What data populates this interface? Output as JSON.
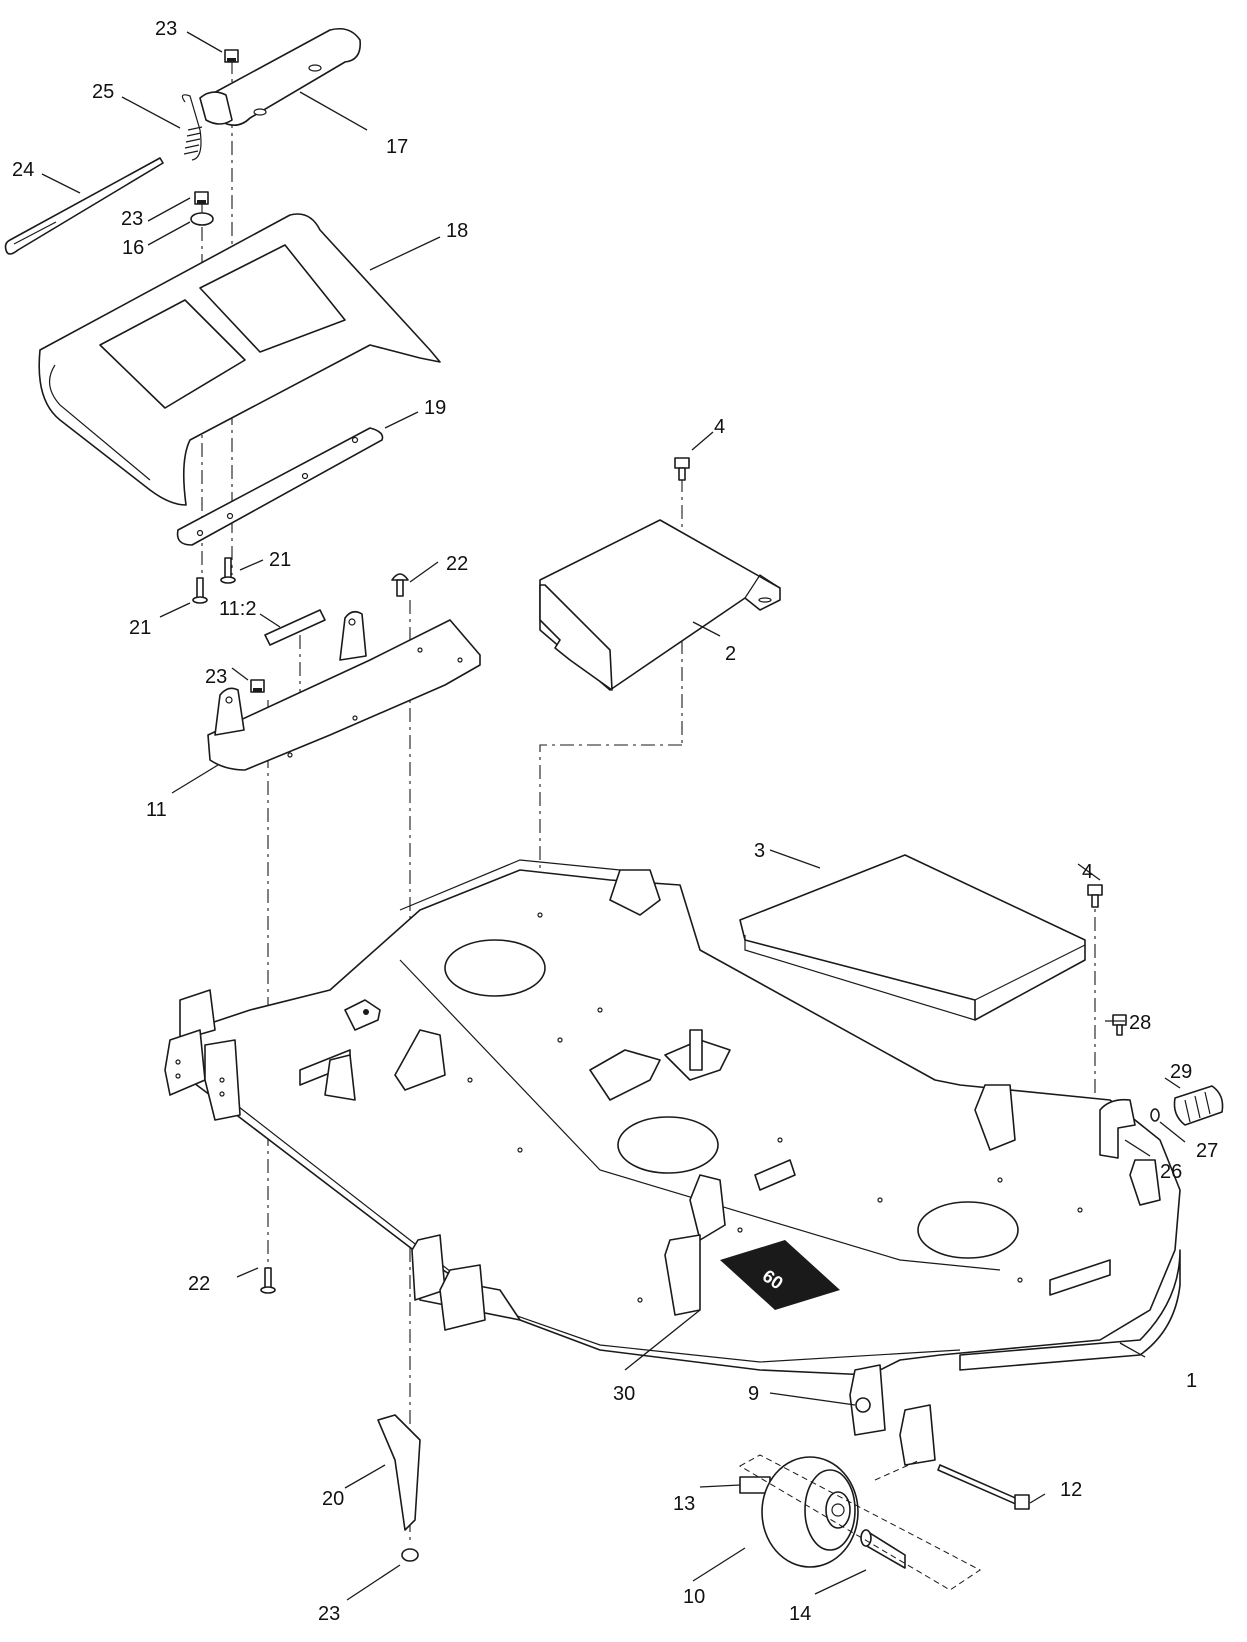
{
  "diagram": {
    "callouts": [
      {
        "id": "c23a",
        "text": "23"
      },
      {
        "id": "c25",
        "text": "25"
      },
      {
        "id": "c17",
        "text": "17"
      },
      {
        "id": "c24",
        "text": "24"
      },
      {
        "id": "c23b",
        "text": "23"
      },
      {
        "id": "c16",
        "text": "16"
      },
      {
        "id": "c18",
        "text": "18"
      },
      {
        "id": "c19",
        "text": "19"
      },
      {
        "id": "c4a",
        "text": "4"
      },
      {
        "id": "c21a",
        "text": "21"
      },
      {
        "id": "c21b",
        "text": "21"
      },
      {
        "id": "c22a",
        "text": "22"
      },
      {
        "id": "c11_2",
        "text": "11:2"
      },
      {
        "id": "c2",
        "text": "2"
      },
      {
        "id": "c23c",
        "text": "23"
      },
      {
        "id": "c11",
        "text": "11"
      },
      {
        "id": "c3",
        "text": "3"
      },
      {
        "id": "c4b",
        "text": "4"
      },
      {
        "id": "c28",
        "text": "28"
      },
      {
        "id": "c29",
        "text": "29"
      },
      {
        "id": "c27",
        "text": "27"
      },
      {
        "id": "c26",
        "text": "26"
      },
      {
        "id": "c22b",
        "text": "22"
      },
      {
        "id": "c30",
        "text": "30"
      },
      {
        "id": "c9",
        "text": "9"
      },
      {
        "id": "c1",
        "text": "1"
      },
      {
        "id": "c12",
        "text": "12"
      },
      {
        "id": "c13",
        "text": "13"
      },
      {
        "id": "c20",
        "text": "20"
      },
      {
        "id": "c10",
        "text": "10"
      },
      {
        "id": "c14",
        "text": "14"
      },
      {
        "id": "c23d",
        "text": "23"
      }
    ],
    "deck_badge": "60"
  }
}
